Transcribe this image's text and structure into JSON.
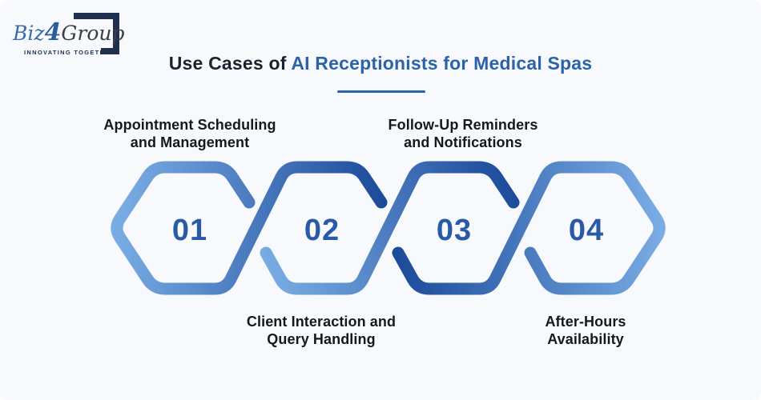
{
  "logo": {
    "brand_blue": "Biz",
    "brand_num": "4",
    "brand_dark": "Group",
    "tagline": "INNOVATING TOGETHER"
  },
  "title": {
    "prefix": "Use Cases of ",
    "highlight": "AI Receptionists for Medical Spas"
  },
  "steps": [
    {
      "number": "01",
      "line1": "Appointment Scheduling",
      "line2": "and Management",
      "label_position": "top"
    },
    {
      "number": "02",
      "line1": "Client Interaction and",
      "line2": "Query Handling",
      "label_position": "bottom"
    },
    {
      "number": "03",
      "line1": "Follow-Up Reminders",
      "line2": "and Notifications",
      "label_position": "top"
    },
    {
      "number": "04",
      "line1": "After-Hours",
      "line2": "Availability",
      "label_position": "bottom"
    }
  ],
  "colors": {
    "bg": "#f7f9fc",
    "title_dark": "#1a222e",
    "accent": "#2b62ac",
    "chain_light": "#7caee6",
    "chain_dark": "#1a4a99",
    "number": "#2a5aa7",
    "label": "#15181d",
    "logo_blue": "#3a6cae",
    "logo_num": "#2b5c9e",
    "logo_dark": "#3b3e45",
    "logo_navy": "#20304f"
  }
}
